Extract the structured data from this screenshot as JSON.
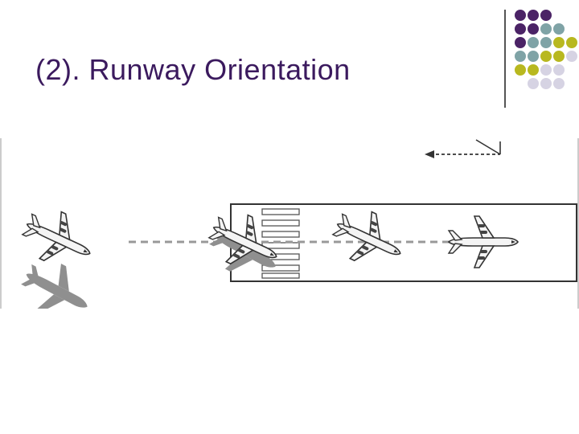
{
  "slide": {
    "title": "(2). Runway Orientation"
  },
  "decoration": {
    "dot_colors": {
      "purple": "#4b2366",
      "teal": "#7fa3a6",
      "olive": "#b8b81f",
      "lavender": "#d6d3e3"
    },
    "dot_grid": [
      [
        "purple",
        "purple",
        "purple",
        "",
        ""
      ],
      [
        "purple",
        "purple",
        "teal",
        "teal",
        ""
      ],
      [
        "purple",
        "teal",
        "teal",
        "olive",
        "olive"
      ],
      [
        "teal",
        "teal",
        "olive",
        "olive",
        "lavender"
      ],
      [
        "olive",
        "olive",
        "lavender",
        "lavender",
        ""
      ],
      [
        "",
        "lavender",
        "lavender",
        "lavender",
        ""
      ]
    ]
  },
  "diagram": {
    "icons": [
      "wind-arrow-icon",
      "airplane-icon"
    ],
    "aircraft_count": 4
  }
}
